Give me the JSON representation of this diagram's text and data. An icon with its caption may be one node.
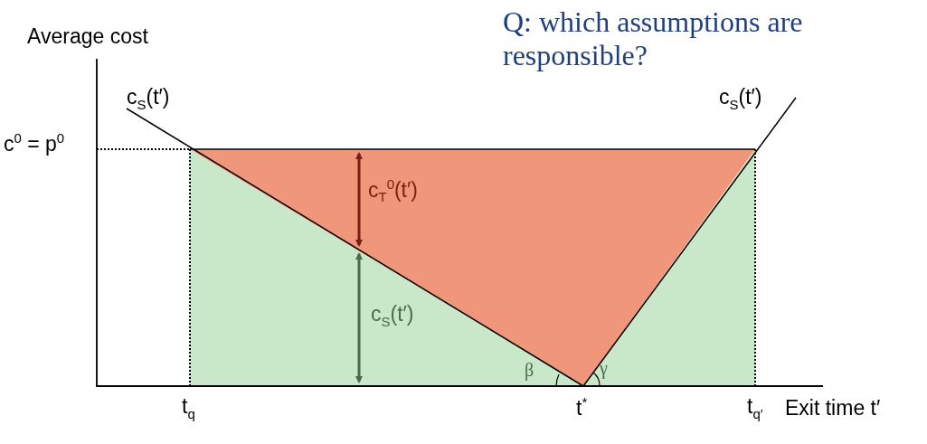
{
  "diagram": {
    "labels": [
      "Average cost",
      "Q: which assumptions are responsible?",
      "c$_{S}$(t′)",
      "c$_{S}$(t′)",
      "c$^{0}$ = p$^{0}$",
      "c$_{T}$$^{0}$(t′)",
      "c$_{S}$(t′)",
      "β",
      "γ",
      "t$_{q}$",
      "t$^{*}$",
      "t$_{q′}$",
      "Exit time t′"
    ]
  }
}
